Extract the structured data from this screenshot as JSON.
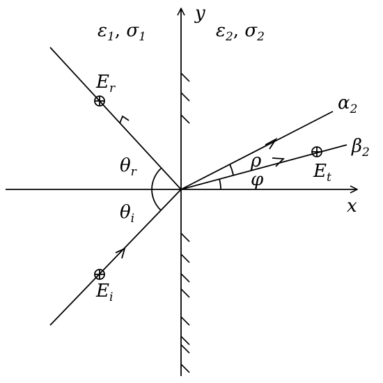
{
  "medium1": {
    "eps": "ε",
    "eps_sub": "1",
    "sep": ", ",
    "sig": "σ",
    "sig_sub": "1"
  },
  "medium2": {
    "eps": "ε",
    "eps_sub": "2",
    "sep": ", ",
    "sig": "σ",
    "sig_sub": "2"
  },
  "axes": {
    "x": "x",
    "y": "y"
  },
  "angles": {
    "theta_r": {
      "sym": "θ",
      "sub": "r"
    },
    "theta_i": {
      "sym": "θ",
      "sub": "i"
    },
    "rho": "ρ",
    "phi": "φ"
  },
  "fields": {
    "E_r": {
      "sym": "E",
      "sub": "r"
    },
    "E_i": {
      "sym": "E",
      "sub": "i"
    },
    "E_t": {
      "sym": "E",
      "sub": "t"
    }
  },
  "planes": {
    "alpha": {
      "sym": "α",
      "sub": "2"
    },
    "beta": {
      "sym": "β",
      "sub": "2"
    }
  }
}
